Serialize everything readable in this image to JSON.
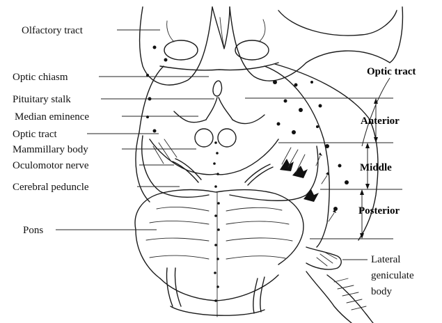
{
  "left_labels": [
    {
      "id": "olfactory-tract",
      "text": "Olfactory tract"
    },
    {
      "id": "optic-chiasm",
      "text": "Optic chiasm"
    },
    {
      "id": "pituitary-stalk",
      "text": "Pituitary stalk"
    },
    {
      "id": "median-eminence",
      "text": "Median eminence"
    },
    {
      "id": "optic-tract-left",
      "text": "Optic tract"
    },
    {
      "id": "mammillary-body",
      "text": "Mammillary body"
    },
    {
      "id": "oculomotor-nerve",
      "text": "Oculomotor nerve"
    },
    {
      "id": "cerebral-peduncle",
      "text": "Cerebral peduncle"
    },
    {
      "id": "pons",
      "text": "Pons"
    }
  ],
  "right_labels": {
    "optic_tract": "Optic tract",
    "anterior": "Anterior",
    "middle": "Middle",
    "posterior": "Posterior",
    "lgb_line1": "Lateral",
    "lgb_line2": "geniculate",
    "lgb_line3": "body"
  }
}
